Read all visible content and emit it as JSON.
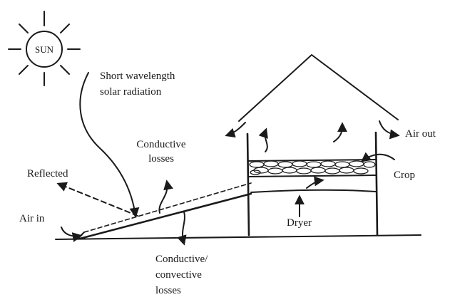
{
  "sun": {
    "label": "SUN"
  },
  "labels": {
    "radiation_line1": "Short wavelength",
    "radiation_line2": "solar radiation",
    "conductive_line1": "Conductive",
    "conductive_line2": "losses",
    "reflected": "Reflected",
    "air_in": "Air in",
    "air_out": "Air out",
    "crop": "Crop",
    "dryer": "Dryer",
    "convective_line1": "Conductive/",
    "convective_line2": "convective",
    "convective_line3": "losses"
  }
}
